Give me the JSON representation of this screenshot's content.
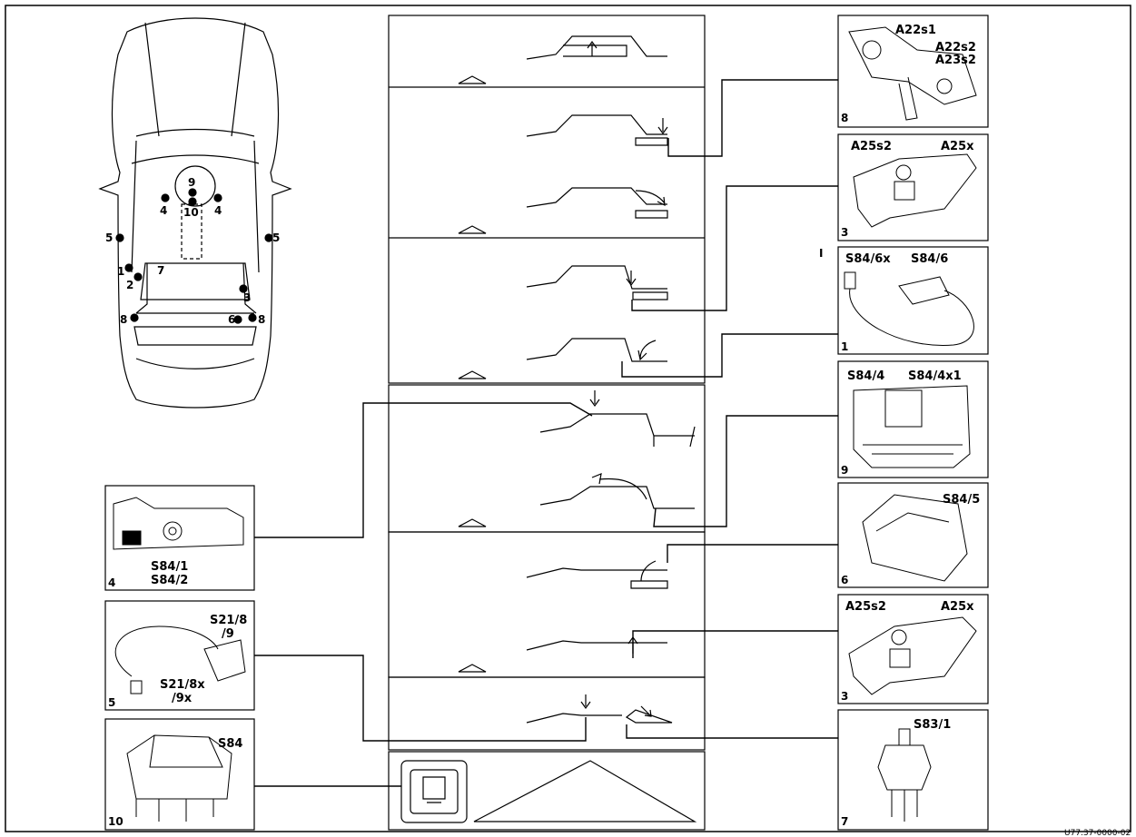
{
  "car_markers": [
    "4",
    "9",
    "10",
    "4",
    "5",
    "5",
    "1",
    "7",
    "2",
    "3",
    "8",
    "6",
    "8"
  ],
  "stray_mark": "I",
  "panels": {
    "p8": {
      "number": "8",
      "labels": [
        "A22s1",
        "A22s2",
        "A23s2"
      ]
    },
    "p3a": {
      "number": "3",
      "labels": [
        "A25s2",
        "A25x"
      ]
    },
    "p1": {
      "number": "1",
      "labels": [
        "S84/6x",
        "S84/6"
      ]
    },
    "p9": {
      "number": "9",
      "labels": [
        "S84/4",
        "S84/4x1"
      ]
    },
    "p6": {
      "number": "6",
      "labels": [
        "S84/5"
      ]
    },
    "p3b": {
      "number": "3",
      "labels": [
        "A25s2",
        "A25x"
      ]
    },
    "p7": {
      "number": "7",
      "labels": [
        "S83/1"
      ]
    },
    "p4": {
      "number": "4",
      "labels": [
        "S84/1",
        "S84/2"
      ]
    },
    "p5": {
      "number": "5",
      "labels": [
        "S21/8",
        "/9",
        "S21/8x",
        "/9x"
      ]
    },
    "p10": {
      "number": "10",
      "labels": [
        "S84"
      ]
    }
  },
  "figure_code": "U77.37-0000-02"
}
